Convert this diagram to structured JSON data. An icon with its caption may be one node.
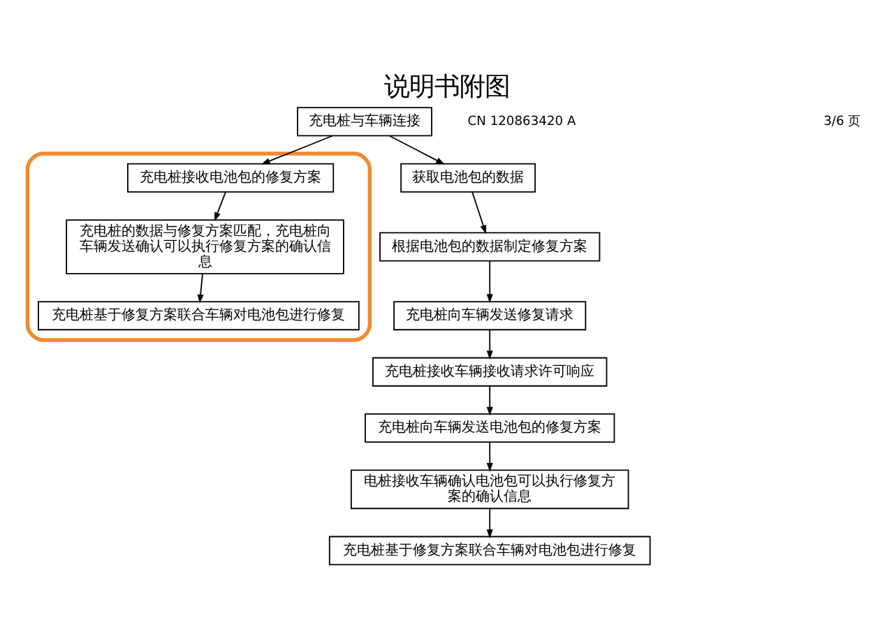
{
  "diagram": {
    "title": "说明书附图",
    "nodes": [
      {
        "text": [
          "充电桩与车辆连接"
        ]
      },
      {
        "text": [
          "获取电池包的数据"
        ]
      },
      {
        "text": [
          "根据电池包的数据制定修复方案"
        ]
      },
      {
        "text": [
          "充电桩向车辆发送修复请求"
        ]
      },
      {
        "text": [
          "充电桩接收车辆接收请求许可响应"
        ]
      },
      {
        "text": [
          "充电桩向车辆发送电池包的修复方案"
        ]
      },
      {
        "text": [
          "电桩接收车辆确认电池包可以执行修复方案的确认信息"
        ]
      },
      {
        "text": [
          "充电桩基于修复方案联合车辆对电池包进行修复"
        ]
      },
      {
        "text": [],
        "shape": "box"
      },
      {
        "text": [
          "充电桩接收电池包的修复方案"
        ],
        "in": 8
      },
      {
        "text": [
          "充电桩的数据与修复方案匹配，充电桩向车辆发送确认可以执行修复方案的确认信息"
        ],
        "in": 8
      },
      {
        "text": [
          "充电桩基于修复方案联合车辆对电池包进行修复"
        ],
        "in": 8
      }
    ],
    "edges": [
      {
        "from": 0,
        "to": 1,
        "arrow": "to"
      },
      {
        "from": 0,
        "to": 9,
        "arrow": "to"
      },
      {
        "from": 1,
        "to": 2,
        "arrow": "to"
      },
      {
        "from": 2,
        "to": 3,
        "arrow": "to"
      },
      {
        "from": 3,
        "to": 4,
        "arrow": "to"
      },
      {
        "from": 4,
        "to": 5,
        "arrow": "to"
      },
      {
        "from": 5,
        "to": 6,
        "arrow": "to"
      },
      {
        "from": 6,
        "to": 7,
        "arrow": "to"
      },
      {
        "from": 9,
        "to": 10,
        "arrow": "to"
      },
      {
        "from": 10,
        "to": 11,
        "arrow": "to"
      }
    ],
    "labels": [
      "CN 120863420 A",
      "3/6 页"
    ]
  }
}
